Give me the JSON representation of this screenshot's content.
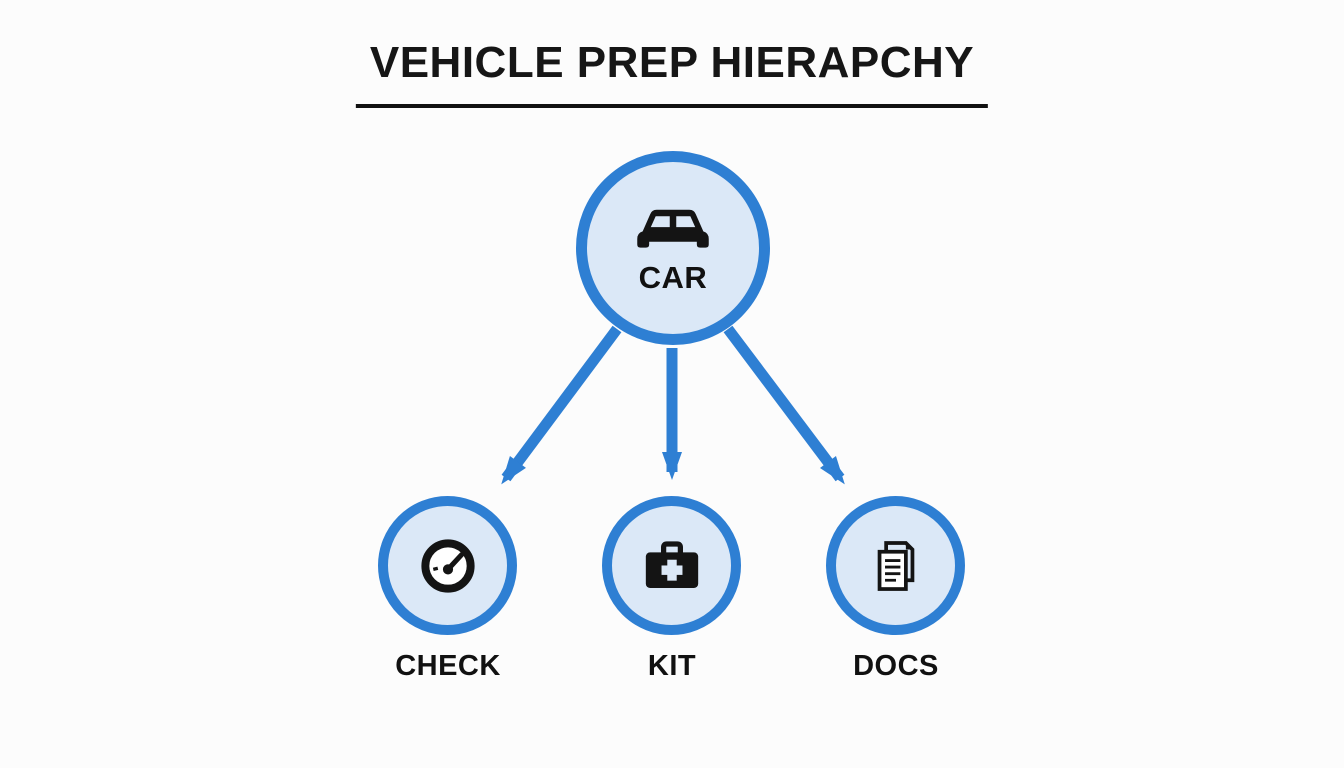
{
  "diagram": {
    "title": "VEHICLE PREP HIERAPCHY",
    "root": {
      "label": "CAR",
      "icon": "car-icon"
    },
    "children": [
      {
        "label": "CHECK",
        "icon": "gauge-icon"
      },
      {
        "label": "KIT",
        "icon": "first-aid-kit-icon"
      },
      {
        "label": "DOCS",
        "icon": "documents-icon"
      }
    ],
    "colors": {
      "node_border": "#2e7fd3",
      "node_fill": "#dbe8f7",
      "arrow": "#2e7fd3",
      "text": "#111111",
      "background": "#fcfcfc",
      "title_underline": "#111111"
    }
  }
}
